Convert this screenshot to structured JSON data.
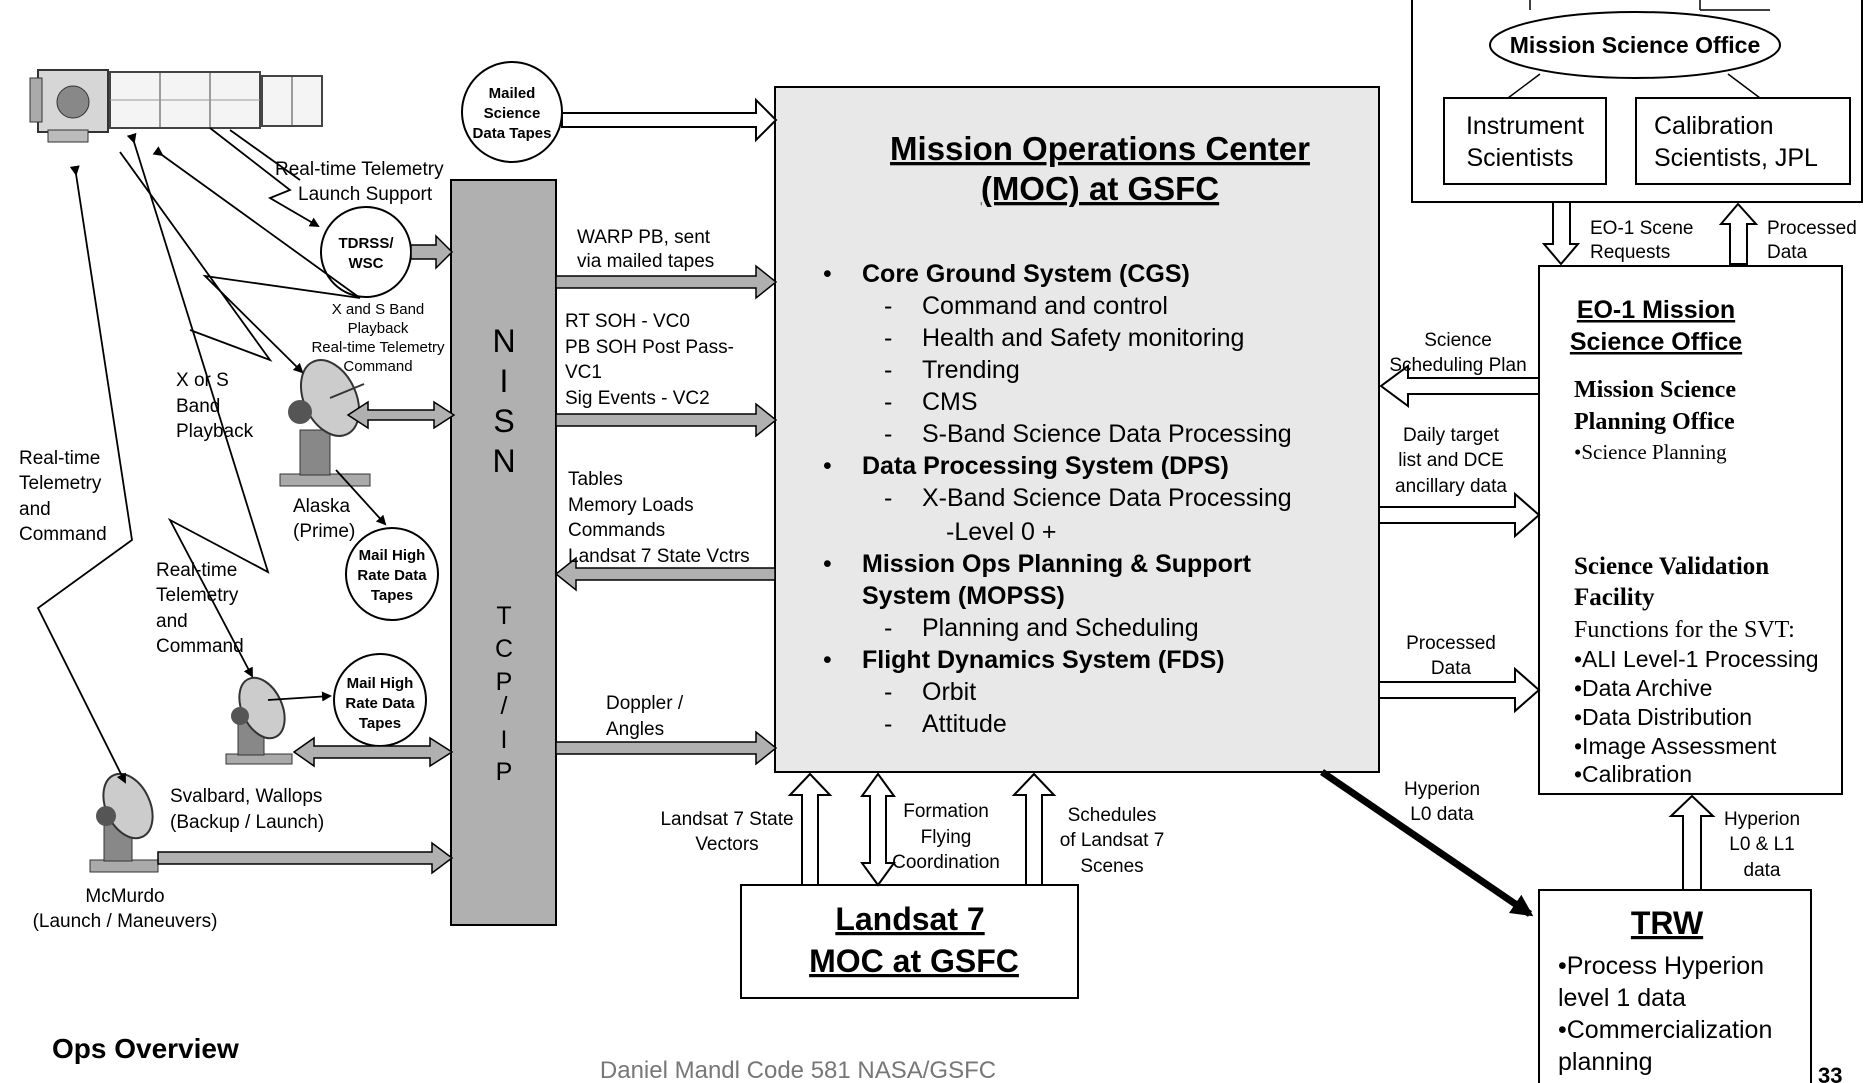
{
  "mso_top": {
    "oval": "Mission Science Office",
    "instrument": [
      "Instrument",
      "Scientists"
    ],
    "calibration": [
      "Calibration",
      "Scientists, JPL"
    ]
  },
  "moc": {
    "title": [
      "Mission Operations Center",
      "(MOC) at GSFC"
    ],
    "items": [
      {
        "label": "Core Ground System (CGS)",
        "subs": [
          "Command and control",
          "Health and Safety monitoring",
          "Trending",
          "CMS",
          "S-Band Science Data Processing"
        ]
      },
      {
        "label": "Data Processing System (DPS)",
        "subs": [
          "X-Band Science Data Processing",
          "-Level 0 +"
        ]
      },
      {
        "label": "Mission Ops Planning & Support",
        "label2": "System (MOPSS)",
        "subs": [
          "Planning and Scheduling"
        ]
      },
      {
        "label": "Flight Dynamics System (FDS)",
        "subs": [
          "Orbit",
          "Attitude"
        ]
      }
    ]
  },
  "nisn": {
    "letters": [
      "N",
      "I",
      "S",
      "N"
    ],
    "tcp": [
      "T",
      "C",
      "P",
      "/",
      "I",
      "P"
    ]
  },
  "eo1": {
    "title": [
      "EO-1 Mission",
      "Science Office"
    ],
    "planning_title": [
      "Mission Science",
      "Planning Office"
    ],
    "planning_item": "•Science Planning",
    "svf_title": [
      "Science Validation",
      "Facility"
    ],
    "svf_intro": "Functions for the SVT:",
    "svf_items": [
      "•ALI Level-1 Processing",
      "•Data Archive",
      "•Data Distribution",
      "•Image Assessment",
      "•Calibration"
    ]
  },
  "landsat": {
    "title": [
      "Landsat 7",
      "MOC at GSFC"
    ]
  },
  "trw": {
    "title": "TRW",
    "items": [
      "•Process Hyperion",
      "level 1 data",
      "•Commercialization",
      "planning"
    ]
  },
  "circles": {
    "mailed": [
      "Mailed",
      "Science",
      "Data Tapes"
    ],
    "tdrss": [
      "TDRSS/",
      "WSC"
    ],
    "mail_high_1": [
      "Mail High",
      "Rate Data",
      "Tapes"
    ],
    "mail_high_2": [
      "Mail High",
      "Rate Data",
      "Tapes"
    ]
  },
  "labels": {
    "rt_launch": [
      "Real-time Telemetry",
      "Launch Support"
    ],
    "xs_playback": [
      "X and S Band",
      "Playback",
      "Real-time Telemetry",
      "Command"
    ],
    "xors": [
      "X or S",
      "Band",
      "Playback"
    ],
    "alaska": [
      "Alaska",
      "(Prime)"
    ],
    "rt_cmd_left": [
      "Real-time",
      "Telemetry",
      "and",
      "Command"
    ],
    "rt_cmd_mid": [
      "Real-time",
      "Telemetry",
      "and",
      "Command"
    ],
    "svalbard": [
      "Svalbard, Wallops",
      "(Backup / Launch)"
    ],
    "mcmurdo": [
      "McMurdo",
      "(Launch / Maneuvers)"
    ],
    "warp": [
      "WARP PB, sent",
      "via mailed tapes"
    ],
    "rtsoh": [
      "RT SOH - VC0",
      "PB SOH Post Pass-",
      "VC1",
      "Sig Events - VC2"
    ],
    "tables": [
      "Tables",
      "Memory Loads",
      "Commands",
      "Landsat 7 State Vctrs"
    ],
    "doppler": [
      "Doppler /",
      "Angles"
    ],
    "l7_state": [
      "Landsat 7 State",
      "Vectors"
    ],
    "formation": [
      "Formation",
      "Flying",
      "Coordination"
    ],
    "schedules": [
      "Schedules",
      "of Landsat 7",
      "Scenes"
    ],
    "sci_sched": [
      "Science",
      "Scheduling Plan"
    ],
    "daily": [
      "Daily target",
      "list and DCE",
      "ancillary data"
    ],
    "processed": [
      "Processed",
      "Data"
    ],
    "hyp_l0": [
      "Hyperion",
      "L0 data"
    ],
    "eo1_req": [
      "EO-1 Scene",
      "Requests"
    ],
    "proc_top": [
      "Processed",
      "Data"
    ],
    "hyp_l0l1": [
      "Hyperion",
      "L0 & L1",
      "data"
    ]
  },
  "footer": {
    "ops": "Ops Overview",
    "credit": "Daniel Mandl Code 581 NASA/GSFC",
    "page": "33"
  }
}
